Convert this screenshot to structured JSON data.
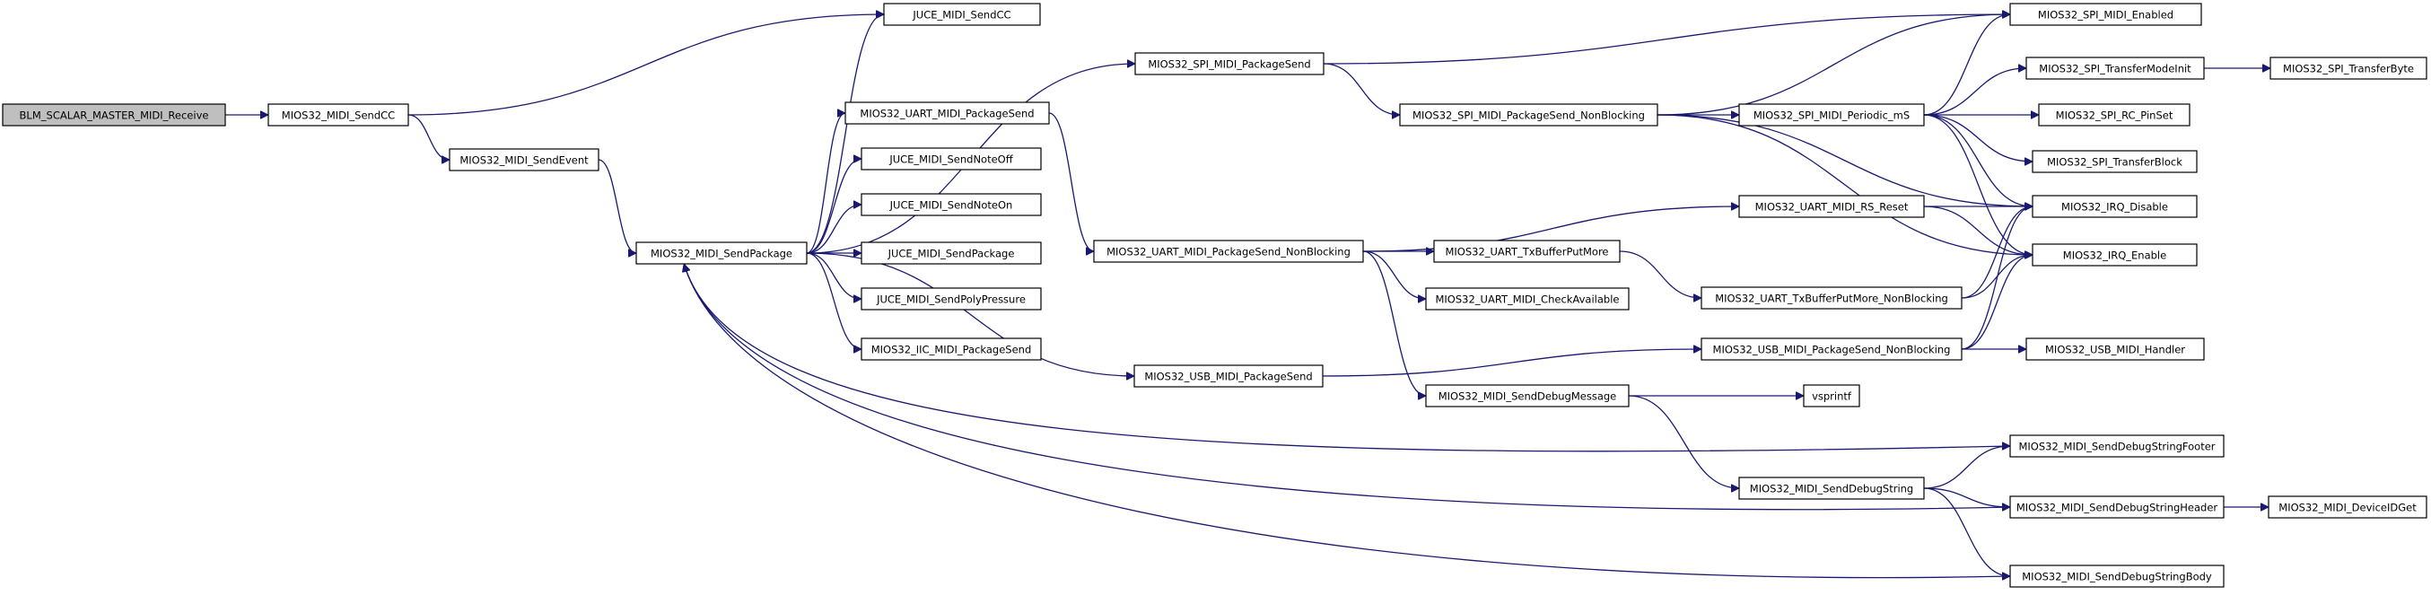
{
  "nodes": {
    "blm": "BLM_SCALAR_MASTER_MIDI_Receive",
    "sendcc": "MIOS32_MIDI_SendCC",
    "sendevent": "MIOS32_MIDI_SendEvent",
    "sendpackage": "MIOS32_MIDI_SendPackage",
    "juce_sendcc": "JUCE_MIDI_SendCC",
    "uart_pkgsend": "MIOS32_UART_MIDI_PackageSend",
    "juce_noteoff": "JUCE_MIDI_SendNoteOff",
    "juce_noteon": "JUCE_MIDI_SendNoteOn",
    "juce_package": "JUCE_MIDI_SendPackage",
    "juce_polypressure": "JUCE_MIDI_SendPolyPressure",
    "iic_pkgsend": "MIOS32_IIC_MIDI_PackageSend",
    "spi_pkgsend": "MIOS32_SPI_MIDI_PackageSend",
    "usb_pkgsend": "MIOS32_USB_MIDI_PackageSend",
    "uart_pkgsend_nb": "MIOS32_UART_MIDI_PackageSend_NonBlocking",
    "spi_pkgsend_nb": "MIOS32_SPI_MIDI_PackageSend_NonBlocking",
    "uart_txputmore": "MIOS32_UART_TxBufferPutMore",
    "uart_checkavail": "MIOS32_UART_MIDI_CheckAvailable",
    "senddebugmsg": "MIOS32_MIDI_SendDebugMessage",
    "spi_periodic": "MIOS32_SPI_MIDI_Periodic_mS",
    "uart_rsreset": "MIOS32_UART_MIDI_RS_Reset",
    "uart_txputmore_nb": "MIOS32_UART_TxBufferPutMore_NonBlocking",
    "usb_pkgsend_nb": "MIOS32_USB_MIDI_PackageSend_NonBlocking",
    "vsprintf": "vsprintf",
    "senddebugstring": "MIOS32_MIDI_SendDebugString",
    "spi_enabled": "MIOS32_SPI_MIDI_Enabled",
    "spi_transfermodeinit": "MIOS32_SPI_TransferModeInit",
    "spi_rcpinset": "MIOS32_SPI_RC_PinSet",
    "spi_transferblock": "MIOS32_SPI_TransferBlock",
    "irq_disable": "MIOS32_IRQ_Disable",
    "irq_enable": "MIOS32_IRQ_Enable",
    "usb_handler": "MIOS32_USB_MIDI_Handler",
    "footer": "MIOS32_MIDI_SendDebugStringFooter",
    "header": "MIOS32_MIDI_SendDebugStringHeader",
    "body": "MIOS32_MIDI_SendDebugStringBody",
    "spi_transferbyte": "MIOS32_SPI_TransferByte",
    "deviceidget": "MIOS32_MIDI_DeviceIDGet"
  },
  "colors": {
    "edge": "#191970",
    "root_fill": "#bfbfbf",
    "node_fill": "#ffffff",
    "node_border": "#000000"
  }
}
